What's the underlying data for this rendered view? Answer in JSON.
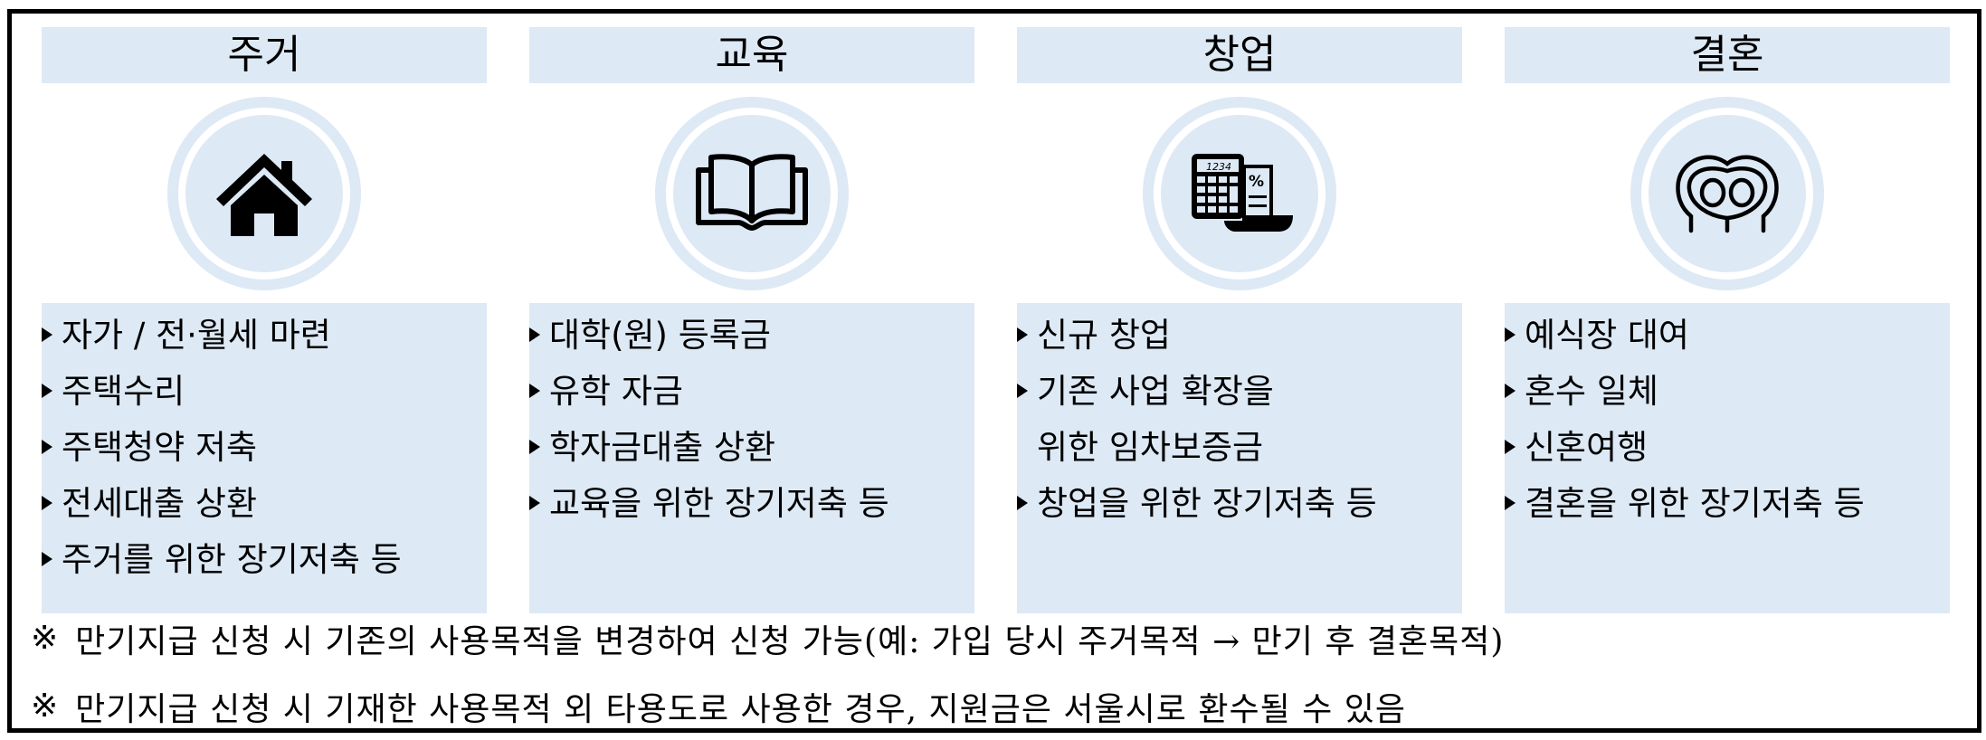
{
  "colors": {
    "panel_fill": "#dde9f5",
    "border": "#000000",
    "text": "#000000"
  },
  "columns": [
    {
      "title": "주거",
      "icon": "house-icon",
      "items": [
        {
          "text": "자가 / 전·월세 마련",
          "bullet": true
        },
        {
          "text": "주택수리",
          "bullet": true
        },
        {
          "text": "주택청약 저축",
          "bullet": true
        },
        {
          "text": "전세대출 상환",
          "bullet": true
        },
        {
          "text": "주거를 위한 장기저축 등",
          "bullet": true
        }
      ]
    },
    {
      "title": "교육",
      "icon": "open-book-icon",
      "items": [
        {
          "text": "대학(원) 등록금",
          "bullet": true
        },
        {
          "text": "유학 자금",
          "bullet": true
        },
        {
          "text": "학자금대출 상환",
          "bullet": true
        },
        {
          "text": "교육을 위한 장기저축 등",
          "bullet": true
        }
      ]
    },
    {
      "title": "창업",
      "icon": "calculator-receipt-icon",
      "icon_labels": {
        "display": "1234",
        "receipt": "%"
      },
      "items": [
        {
          "text": "신규 창업",
          "bullet": true
        },
        {
          "text": "기존 사업 확장을",
          "bullet": true
        },
        {
          "text": "위한 임차보증금",
          "bullet": false
        },
        {
          "text": "창업을 위한 장기저축 등",
          "bullet": true
        }
      ]
    },
    {
      "title": "결혼",
      "icon": "couple-heart-icon",
      "items": [
        {
          "text": "예식장 대여",
          "bullet": true
        },
        {
          "text": "혼수 일체",
          "bullet": true
        },
        {
          "text": "신혼여행",
          "bullet": true
        },
        {
          "text": "결혼을 위한 장기저축 등",
          "bullet": true
        }
      ]
    }
  ],
  "notes": [
    {
      "mark": "※",
      "text": "만기지급 신청 시 기존의 사용목적을 변경하여 신청 가능(예: 가입 당시 주거목적 → 만기 후 결혼목적)"
    },
    {
      "mark": "※",
      "text": "만기지급 신청 시 기재한 사용목적 외 타용도로 사용한 경우, 지원금은 서울시로 환수될 수 있음"
    }
  ]
}
